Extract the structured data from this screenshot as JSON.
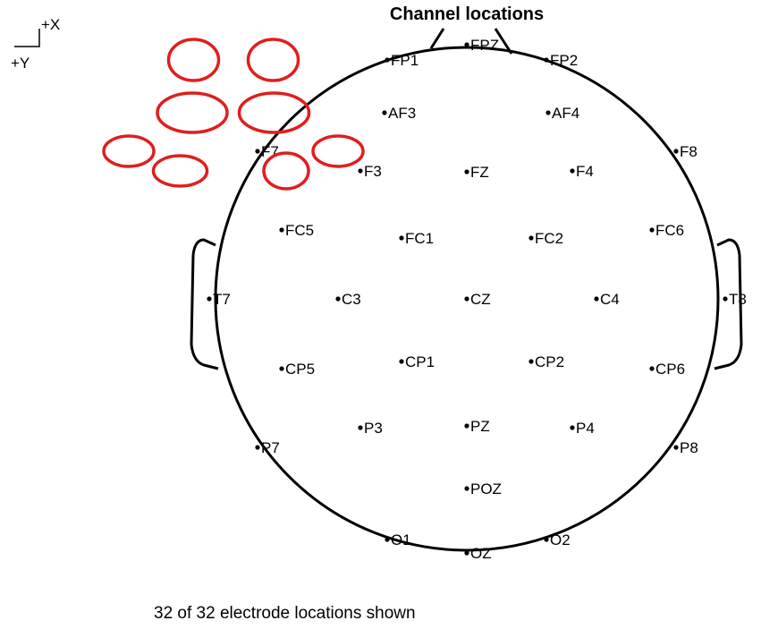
{
  "title": "Channel locations",
  "axes": {
    "x_label": "+X",
    "y_label": "+Y"
  },
  "footer": "32 of 32 electrode locations shown",
  "colors": {
    "highlight": "#e01e1e",
    "outline": "#000000"
  },
  "electrodes": [
    {
      "label": "FP1",
      "highlighted": true
    },
    {
      "label": "FPZ",
      "highlighted": false
    },
    {
      "label": "FP2",
      "highlighted": true
    },
    {
      "label": "AF3",
      "highlighted": true
    },
    {
      "label": "AF4",
      "highlighted": true
    },
    {
      "label": "F7",
      "highlighted": true
    },
    {
      "label": "F3",
      "highlighted": true
    },
    {
      "label": "FZ",
      "highlighted": false
    },
    {
      "label": "F4",
      "highlighted": true
    },
    {
      "label": "F8",
      "highlighted": true
    },
    {
      "label": "FC5",
      "highlighted": false
    },
    {
      "label": "FC1",
      "highlighted": false
    },
    {
      "label": "FC2",
      "highlighted": false
    },
    {
      "label": "FC6",
      "highlighted": false
    },
    {
      "label": "T7",
      "highlighted": false
    },
    {
      "label": "C3",
      "highlighted": false
    },
    {
      "label": "CZ",
      "highlighted": false
    },
    {
      "label": "C4",
      "highlighted": false
    },
    {
      "label": "T8",
      "highlighted": false
    },
    {
      "label": "CP5",
      "highlighted": false
    },
    {
      "label": "CP1",
      "highlighted": false
    },
    {
      "label": "CP2",
      "highlighted": false
    },
    {
      "label": "CP6",
      "highlighted": false
    },
    {
      "label": "P7",
      "highlighted": false
    },
    {
      "label": "P3",
      "highlighted": false
    },
    {
      "label": "PZ",
      "highlighted": false
    },
    {
      "label": "P4",
      "highlighted": false
    },
    {
      "label": "P8",
      "highlighted": false
    },
    {
      "label": "POZ",
      "highlighted": false
    },
    {
      "label": "O1",
      "highlighted": false
    },
    {
      "label": "OZ",
      "highlighted": false
    },
    {
      "label": "O2",
      "highlighted": false
    }
  ]
}
